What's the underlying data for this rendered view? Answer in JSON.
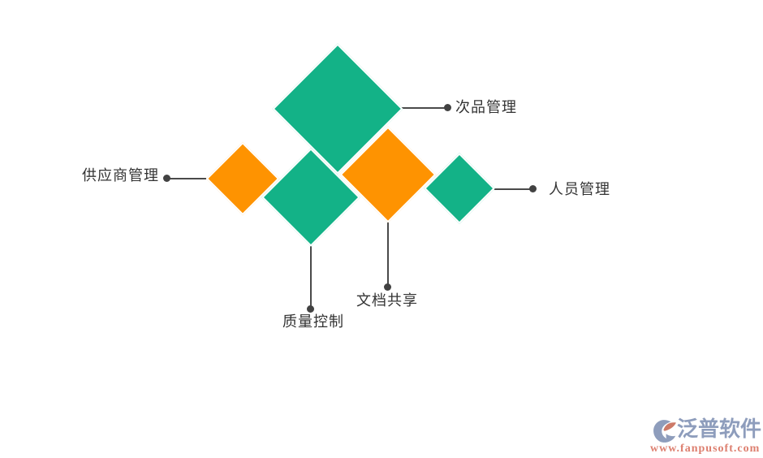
{
  "diagram": {
    "type": "diamond-network-infographic",
    "nodes": [
      {
        "id": "defect-management",
        "label": "次品管理",
        "color": "green",
        "connector_side": "right"
      },
      {
        "id": "supplier-management",
        "label": "供应商管理",
        "color": "orange",
        "connector_side": "left"
      },
      {
        "id": "quality-control",
        "label": "质量控制",
        "color": "green",
        "connector_side": "bottom"
      },
      {
        "id": "document-sharing",
        "label": "文档共享",
        "color": "orange",
        "connector_side": "bottom"
      },
      {
        "id": "personnel-management",
        "label": "人员管理",
        "color": "green",
        "connector_side": "right"
      }
    ]
  },
  "colors": {
    "green": "#13b287",
    "orange": "#fe9301",
    "connector": "#4a4a4a",
    "label_text": "#333333",
    "logo_blue": "#8e9dbc",
    "logo_red": "#dd7f6f"
  },
  "watermark": {
    "brand": "泛普软件",
    "url": "www.fanpusoft.com"
  }
}
